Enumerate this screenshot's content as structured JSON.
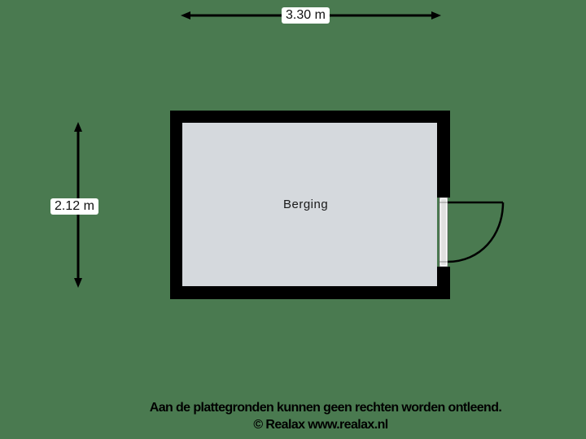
{
  "colors": {
    "background": "#4a7a50",
    "wall": "#000000",
    "floor": "#d5d9dd",
    "label_bg": "#ffffff"
  },
  "dimensions": {
    "width_label": "3.30 m",
    "height_label": "2.12 m"
  },
  "rooms": [
    {
      "name": "Berging"
    }
  ],
  "door": {
    "position": "right-wall",
    "swing": "outward"
  },
  "footer": {
    "disclaimer": "Aan de plattegronden kunnen geen rechten worden ontleend.",
    "copyright": "© Realax www.realax.nl"
  }
}
